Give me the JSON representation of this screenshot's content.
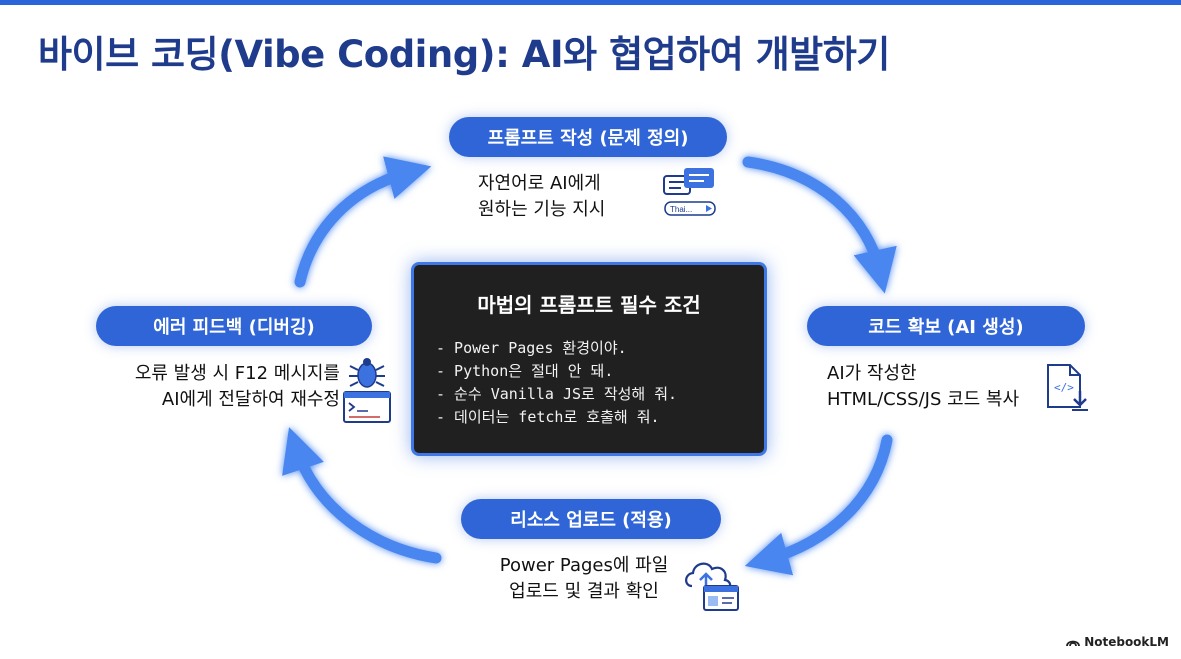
{
  "title": "바이브 코딩(Vibe Coding): AI와 협업하여 개발하기",
  "colors": {
    "accent": "#2f65d6",
    "title": "#1f3b8c",
    "center_bg": "#202020",
    "arrow": "#4a86f0"
  },
  "steps": [
    {
      "label": "프롬프트 작성 (문제 정의)",
      "desc": [
        "자연어로 AI에게",
        "원하는 기능 지시"
      ],
      "icon": "chat-bubbles-icon",
      "icon_text": "Thai..."
    },
    {
      "label": "코드 확보 (AI 생성)",
      "desc": [
        "AI가 작성한",
        "HTML/CSS/JS 코드 복사"
      ],
      "icon": "code-file-download-icon"
    },
    {
      "label": "리소스 업로드 (적용)",
      "desc": [
        "Power Pages에 파일",
        "업로드 및 결과 확인"
      ],
      "icon": "cloud-upload-icon"
    },
    {
      "label": "에러 피드백 (디버깅)",
      "desc": [
        "오류 발생 시 F12 메시지를",
        "AI에게 전달하여 재수정"
      ],
      "icon": "bug-console-icon"
    }
  ],
  "center": {
    "title": "마법의 프롬프트 필수 조건",
    "items": [
      "- Power Pages 환경이야.",
      "- Python은 절대 안 돼.",
      "- 순수 Vanilla JS로 작성해 줘.",
      "- 데이터는 fetch로 호출해 줘."
    ]
  },
  "brand": "NotebookLM"
}
